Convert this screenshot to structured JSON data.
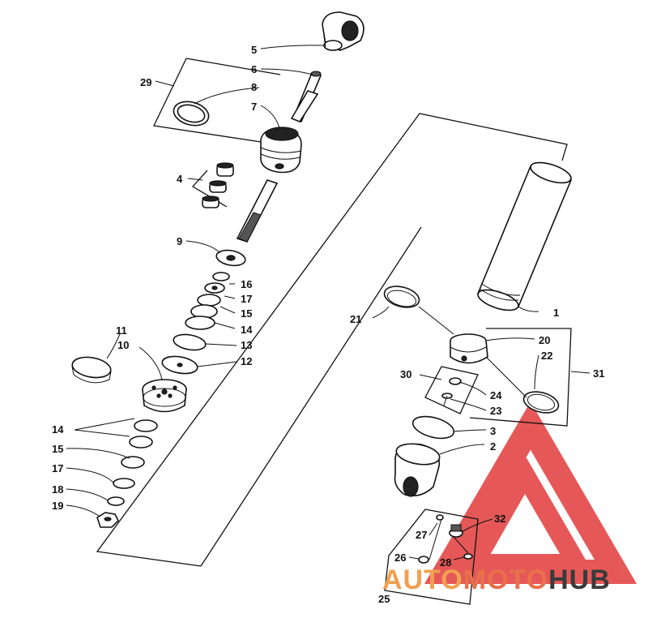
{
  "watermark": {
    "part1": "AUTO",
    "part2": "MOTO",
    "part3": "HUB",
    "color_triangle": "#e23c3c",
    "color_part1": "#f0a050",
    "color_part2": "#e8704a",
    "color_part3": "#3a3a3a"
  },
  "callouts": {
    "c1": "1",
    "c2": "2",
    "c3": "3",
    "c4": "4",
    "c5": "5",
    "c6": "6",
    "c7": "7",
    "c8": "8",
    "c9": "9",
    "c10": "10",
    "c11": "11",
    "c12": "12",
    "c13": "13",
    "c14a": "14",
    "c14b": "14",
    "c15a": "15",
    "c15b": "15",
    "c16": "16",
    "c17a": "17",
    "c17b": "17",
    "c18": "18",
    "c19": "19",
    "c20": "20",
    "c21": "21",
    "c22": "22",
    "c23": "23",
    "c24": "24",
    "c25": "25",
    "c26": "26",
    "c27": "27",
    "c28": "28",
    "c29": "29",
    "c30": "30",
    "c31": "31",
    "c32": "32"
  }
}
